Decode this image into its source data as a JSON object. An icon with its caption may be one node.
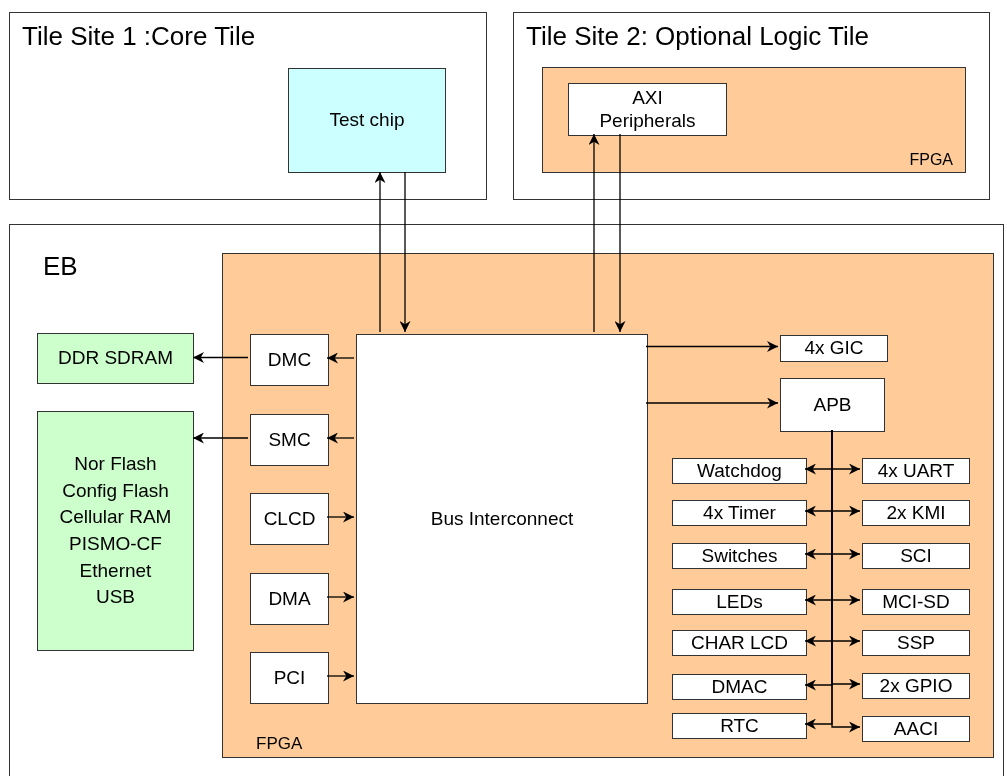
{
  "diagram": {
    "nodes": [
      {
        "text": [
          "Tile Site 1 :Core Tile"
        ]
      },
      {
        "text": [
          "Test chip"
        ],
        "in": 0
      },
      {
        "text": [
          "Tile Site 2: Optional Logic Tile"
        ]
      },
      {
        "text": [
          "FPGA"
        ],
        "in": 2
      },
      {
        "text": [
          "AXI Peripherals"
        ],
        "in": 3
      },
      {
        "text": [
          "EB"
        ]
      },
      {
        "text": [
          "FPGA"
        ],
        "in": 5
      },
      {
        "text": [
          "DDR SDRAM"
        ],
        "in": 5
      },
      {
        "text": [
          "Nor Flash",
          "Config Flash",
          "Cellular RAM",
          "PISMO-CF",
          "Ethernet",
          "USB"
        ],
        "in": 5
      },
      {
        "text": [
          "DMC"
        ],
        "in": 6
      },
      {
        "text": [
          "SMC"
        ],
        "in": 6
      },
      {
        "text": [
          "CLCD"
        ],
        "in": 6
      },
      {
        "text": [
          "DMA"
        ],
        "in": 6
      },
      {
        "text": [
          "PCI"
        ],
        "in": 6
      },
      {
        "text": [
          "Bus Interconnect"
        ],
        "in": 6
      },
      {
        "text": [
          "4x GIC"
        ],
        "in": 6
      },
      {
        "text": [
          "APB"
        ],
        "in": 6
      },
      {
        "text": [
          "Watchdog"
        ],
        "in": 6
      },
      {
        "text": [
          "4x UART"
        ],
        "in": 6
      },
      {
        "text": [
          "4x Timer"
        ],
        "in": 6
      },
      {
        "text": [
          "2x KMI"
        ],
        "in": 6
      },
      {
        "text": [
          "Switches"
        ],
        "in": 6
      },
      {
        "text": [
          "SCI"
        ],
        "in": 6
      },
      {
        "text": [
          "LEDs"
        ],
        "in": 6
      },
      {
        "text": [
          "MCI-SD"
        ],
        "in": 6
      },
      {
        "text": [
          "CHAR LCD"
        ],
        "in": 6
      },
      {
        "text": [
          "SSP"
        ],
        "in": 6
      },
      {
        "text": [
          "DMAC"
        ],
        "in": 6
      },
      {
        "text": [
          "2x GPIO"
        ],
        "in": 6
      },
      {
        "text": [
          "RTC"
        ],
        "in": 6
      },
      {
        "text": [
          "AACI"
        ],
        "in": 6
      }
    ],
    "edges": [
      {
        "from": 14,
        "to": 1,
        "arrow": "to"
      },
      {
        "from": 1,
        "to": 14,
        "arrow": "to"
      },
      {
        "from": 14,
        "to": 4,
        "arrow": "to"
      },
      {
        "from": 4,
        "to": 14,
        "arrow": "to"
      },
      {
        "from": 14,
        "to": 9,
        "arrow": "to"
      },
      {
        "from": 14,
        "to": 10,
        "arrow": "to"
      },
      {
        "from": 9,
        "to": 7,
        "arrow": "to"
      },
      {
        "from": 10,
        "to": 8,
        "arrow": "to"
      },
      {
        "from": 11,
        "to": 14,
        "arrow": "to"
      },
      {
        "from": 12,
        "to": 14,
        "arrow": "to"
      },
      {
        "from": 13,
        "to": 14,
        "arrow": "to"
      },
      {
        "from": 14,
        "to": 15,
        "arrow": "to"
      },
      {
        "from": 14,
        "to": 16,
        "arrow": "to"
      },
      {
        "from": 16,
        "to": 17,
        "arrow": "to"
      },
      {
        "from": 16,
        "to": 18,
        "arrow": "to"
      },
      {
        "from": 16,
        "to": 19,
        "arrow": "to"
      },
      {
        "from": 16,
        "to": 20,
        "arrow": "to"
      },
      {
        "from": 16,
        "to": 21,
        "arrow": "to"
      },
      {
        "from": 16,
        "to": 22,
        "arrow": "to"
      },
      {
        "from": 16,
        "to": 23,
        "arrow": "to"
      },
      {
        "from": 16,
        "to": 24,
        "arrow": "to"
      },
      {
        "from": 16,
        "to": 25,
        "arrow": "to"
      },
      {
        "from": 16,
        "to": 26,
        "arrow": "to"
      },
      {
        "from": 16,
        "to": 27,
        "arrow": "to"
      },
      {
        "from": 16,
        "to": 28,
        "arrow": "to"
      },
      {
        "from": 16,
        "to": 29,
        "arrow": "to"
      },
      {
        "from": 16,
        "to": 30,
        "arrow": "to"
      }
    ]
  }
}
